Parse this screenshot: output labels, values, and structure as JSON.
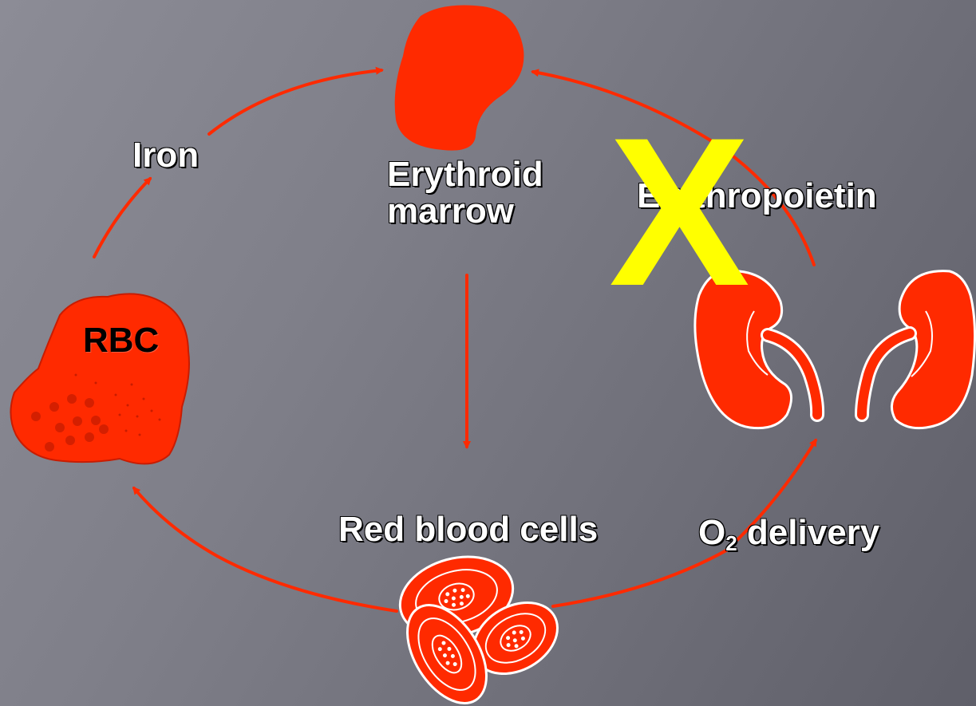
{
  "labels": {
    "iron": "Iron",
    "erythroid_marrow_line1": "Erythroid",
    "erythroid_marrow_line2": "marrow",
    "erythropoietin": "Erythropoietin",
    "rbc": "RBC",
    "red_blood_cells": "Red blood cells",
    "o2_prefix": "O",
    "o2_subscript": "2",
    "o2_suffix": " delivery",
    "block_mark": "X"
  },
  "colors": {
    "organ_red": "#ff2a00",
    "arrow_red": "#ff2a00",
    "block_yellow": "#ffff00",
    "label_white": "#ffffff"
  },
  "icons": [
    "bone-marrow-icon",
    "kidneys-icon",
    "red-blood-cells-icon",
    "macrophage-rbc-icon"
  ]
}
